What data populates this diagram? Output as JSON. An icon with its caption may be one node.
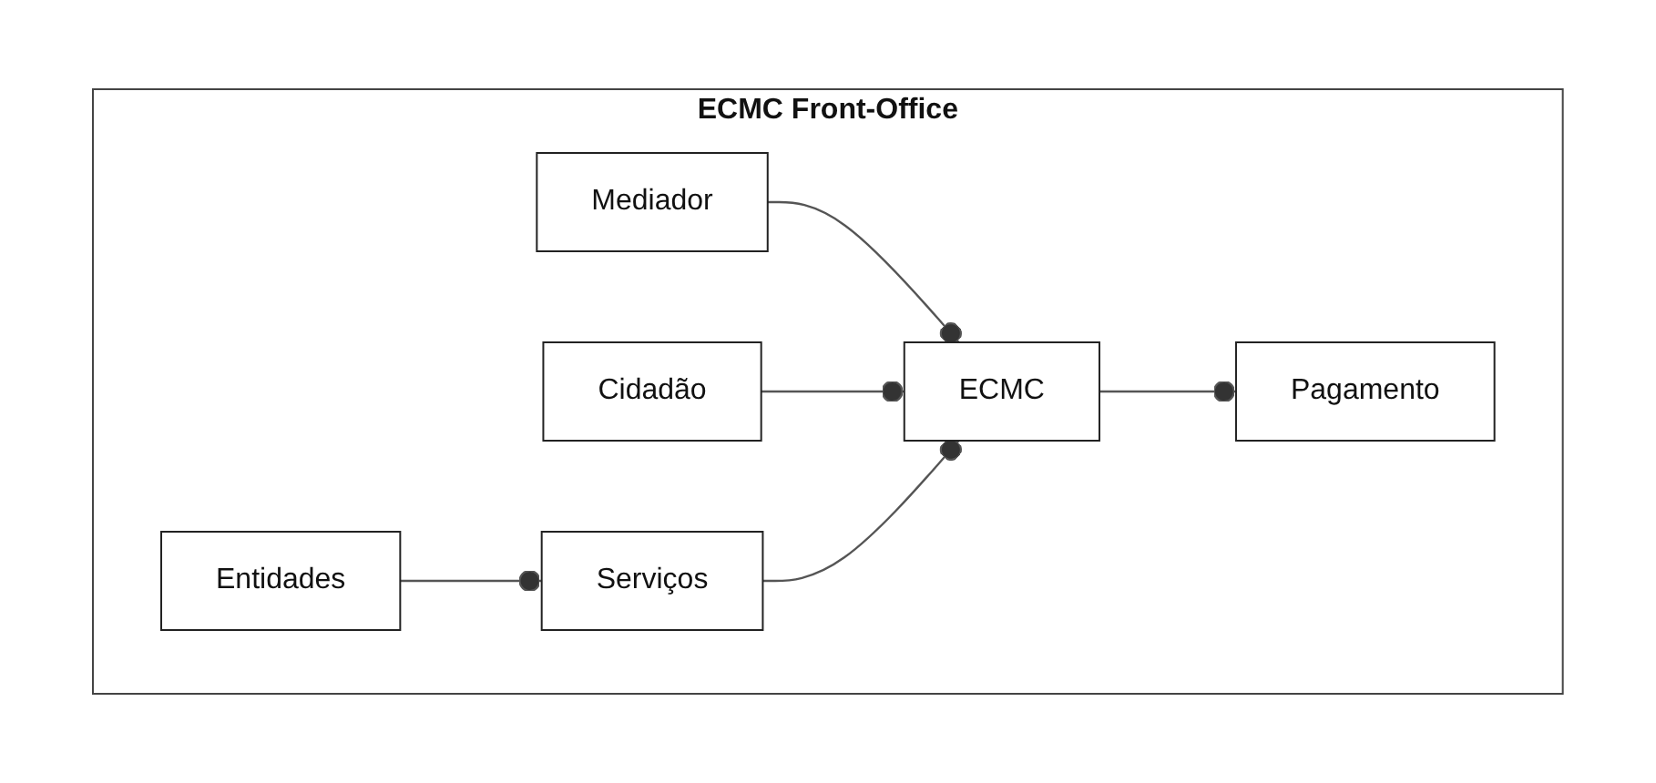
{
  "diagram": {
    "nodes": [
      {
        "text": [
          "ECMC Front-Office"
        ]
      },
      {
        "text": [
          "Mediador"
        ],
        "in": 0
      },
      {
        "text": [
          "Cidadão"
        ],
        "in": 0
      },
      {
        "text": [
          "Entidades"
        ],
        "in": 0
      },
      {
        "text": [
          "Pagamento"
        ],
        "in": 0
      },
      {
        "text": [
          "ECMC"
        ],
        "in": 0
      },
      {
        "text": [
          "Serviços"
        ],
        "in": 0
      }
    ],
    "edges": [
      {
        "from": 1,
        "to": 5,
        "arrow": "other"
      },
      {
        "from": 2,
        "to": 5,
        "arrow": "other"
      },
      {
        "from": 5,
        "to": 4,
        "arrow": "other"
      },
      {
        "from": 6,
        "to": 5,
        "arrow": "other"
      },
      {
        "from": 3,
        "to": 6,
        "arrow": "other"
      }
    ]
  }
}
